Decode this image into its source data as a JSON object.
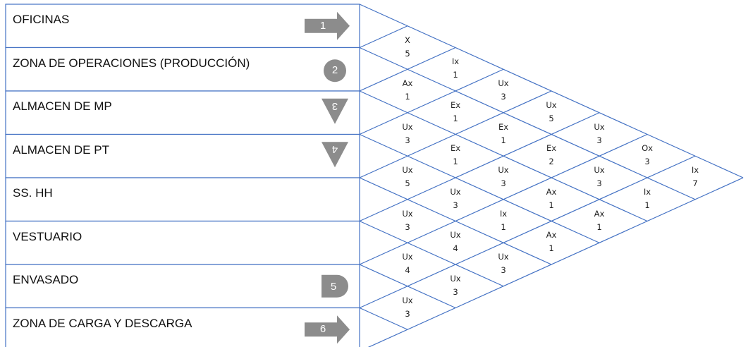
{
  "areas": [
    {
      "name": "OFICINAS",
      "icon": "arrow-right-icon",
      "number": "1"
    },
    {
      "name": "ZONA DE OPERACIONES (PRODUCCIÓN)",
      "icon": "circle-icon",
      "number": "2"
    },
    {
      "name": "ALMACEN DE MP",
      "icon": "triangle-down-icon",
      "number": "3"
    },
    {
      "name": "ALMACEN DE PT",
      "icon": "triangle-down-icon",
      "number": "4"
    },
    {
      "name": "SS. HH",
      "icon": "none",
      "number": ""
    },
    {
      "name": "VESTUARIO",
      "icon": "none",
      "number": ""
    },
    {
      "name": "ENVASADO",
      "icon": "rounded-tab-icon",
      "number": "5"
    },
    {
      "name": "ZONA DE CARGA Y DESCARGA",
      "icon": "arrow-right-icon",
      "number": "6"
    }
  ],
  "relations": [
    {
      "pair": "1-2",
      "letter": "X",
      "value": "5"
    },
    {
      "pair": "1-3",
      "letter": "Ix",
      "value": "1"
    },
    {
      "pair": "1-4",
      "letter": "Ux",
      "value": "3"
    },
    {
      "pair": "1-5",
      "letter": "Ux",
      "value": "5"
    },
    {
      "pair": "1-6",
      "letter": "Ux",
      "value": "3"
    },
    {
      "pair": "1-7",
      "letter": "Ox",
      "value": "3"
    },
    {
      "pair": "1-8",
      "letter": "Ix",
      "value": "7"
    },
    {
      "pair": "2-3",
      "letter": "Ax",
      "value": "1"
    },
    {
      "pair": "2-4",
      "letter": "Ex",
      "value": "1"
    },
    {
      "pair": "2-5",
      "letter": "Ex",
      "value": "1"
    },
    {
      "pair": "2-6",
      "letter": "Ex",
      "value": "2"
    },
    {
      "pair": "2-7",
      "letter": "Ux",
      "value": "3"
    },
    {
      "pair": "2-8",
      "letter": "Ix",
      "value": "1"
    },
    {
      "pair": "3-4",
      "letter": "Ux",
      "value": "3"
    },
    {
      "pair": "3-5",
      "letter": "Ex",
      "value": "1"
    },
    {
      "pair": "3-6",
      "letter": "Ux",
      "value": "3"
    },
    {
      "pair": "3-7",
      "letter": "Ax",
      "value": "1"
    },
    {
      "pair": "3-8",
      "letter": "Ax",
      "value": "1"
    },
    {
      "pair": "4-5",
      "letter": "Ux",
      "value": "5"
    },
    {
      "pair": "4-6",
      "letter": "Ux",
      "value": "3"
    },
    {
      "pair": "4-7",
      "letter": "Ix",
      "value": "1"
    },
    {
      "pair": "4-8",
      "letter": "Ax",
      "value": "1"
    },
    {
      "pair": "5-6",
      "letter": "Ux",
      "value": "3"
    },
    {
      "pair": "5-7",
      "letter": "Ux",
      "value": "4"
    },
    {
      "pair": "5-8",
      "letter": "Ux",
      "value": "3"
    },
    {
      "pair": "6-7",
      "letter": "Ux",
      "value": "4"
    },
    {
      "pair": "6-8",
      "letter": "Ux",
      "value": "3"
    },
    {
      "pair": "7-8",
      "letter": "Ux",
      "value": "3"
    }
  ],
  "colors": {
    "grid_line": "#4472C4",
    "icon_fill": "#8C8C8C",
    "text": "#111111"
  }
}
